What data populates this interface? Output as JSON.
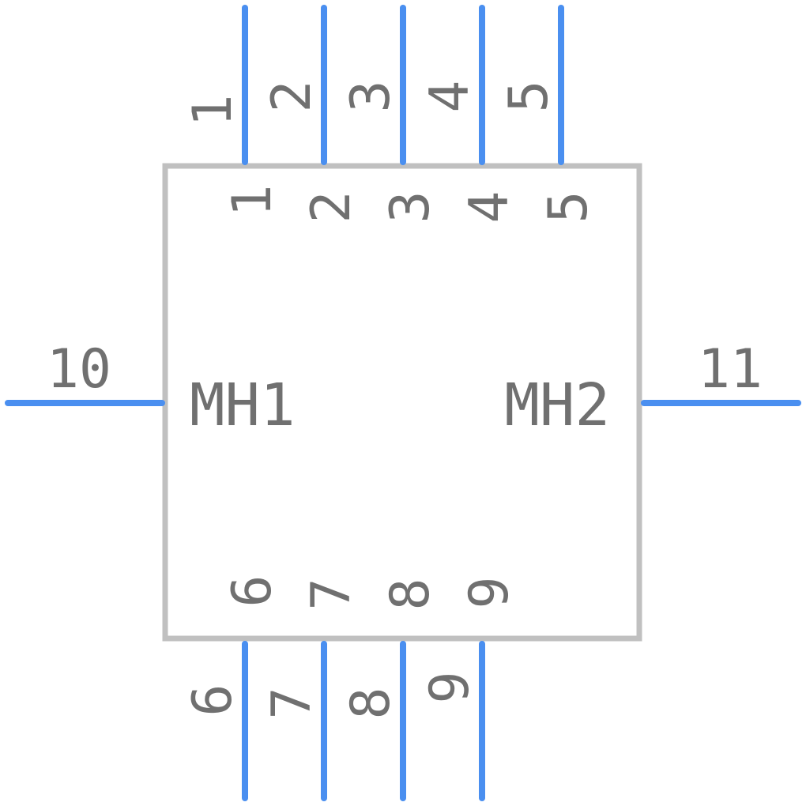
{
  "component": {
    "colors": {
      "pin": "#4a8ff0",
      "body_outline": "#c0c0c0",
      "text": "#707070",
      "background": "#ffffff"
    },
    "top_pins": [
      {
        "number": "1",
        "name": "1"
      },
      {
        "number": "2",
        "name": "2"
      },
      {
        "number": "3",
        "name": "3"
      },
      {
        "number": "4",
        "name": "4"
      },
      {
        "number": "5",
        "name": "5"
      }
    ],
    "bottom_pins": [
      {
        "number": "6",
        "name": "6"
      },
      {
        "number": "7",
        "name": "7"
      },
      {
        "number": "8",
        "name": "8"
      },
      {
        "number": "9",
        "name": "9"
      }
    ],
    "left_pin": {
      "number": "10",
      "name": "MH1"
    },
    "right_pin": {
      "number": "11",
      "name": "MH2"
    }
  }
}
